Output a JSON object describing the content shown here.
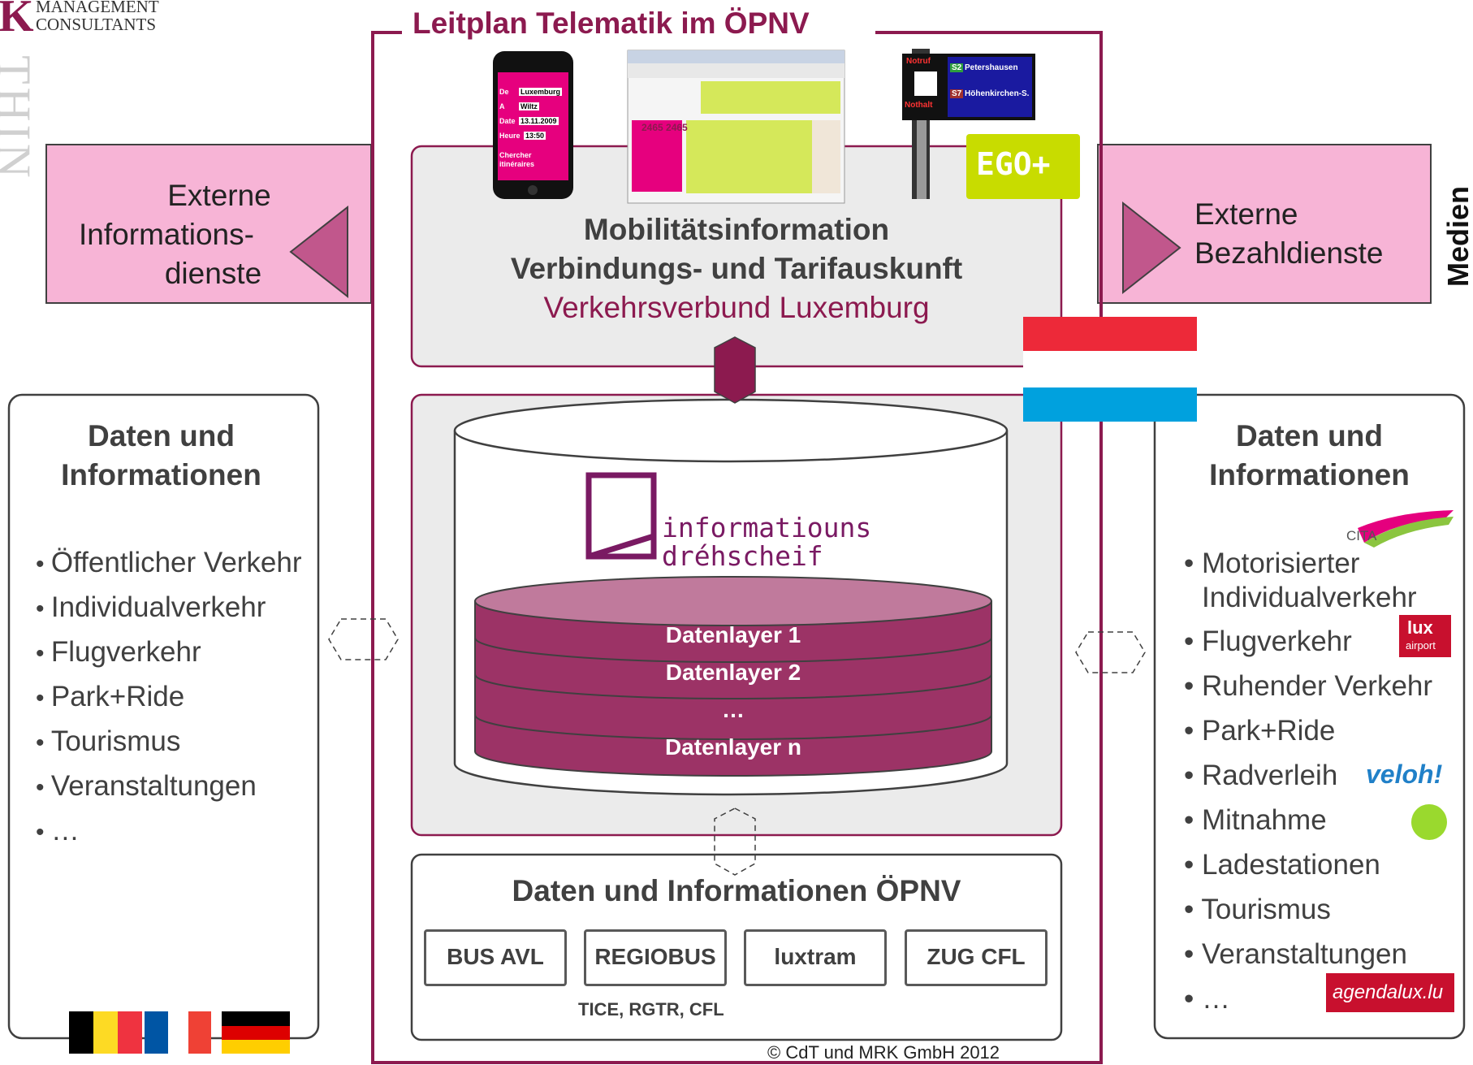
{
  "company": {
    "line1": "MANAGEMENT",
    "line2": "CONSULTANTS",
    "vertical": "THIN"
  },
  "title": "Leitplan Telematik im ÖPNV",
  "left_arrow": {
    "lines": [
      "Externe",
      "Informations-",
      "dienste"
    ]
  },
  "right_arrow": {
    "lines": [
      "Externe",
      "Bezahldienste"
    ]
  },
  "medien": "Medien",
  "mobility": {
    "line1": "Mobilitätsinformation",
    "line2": "Verbindungs- und Tarifauskunft",
    "line3": "Verkehrsverbund Luxemburg"
  },
  "phone": {
    "rows": [
      {
        "label": "De",
        "value": "Luxemburg"
      },
      {
        "label": "A",
        "value": "Wiltz"
      },
      {
        "label": "Date",
        "value": "13.11.2009"
      },
      {
        "label": "Heure",
        "value": "13:50"
      }
    ],
    "button": "Chercher itinéraires"
  },
  "website": {
    "phone_number": "2465 2465"
  },
  "sign": {
    "notruf": "Notruf",
    "nothalt": "Nothalt",
    "line1_no": "S2",
    "line1_dest": "Petershausen",
    "line2_no": "S7",
    "line2_dest": "Höhenkirchen-S."
  },
  "ego_logo": "EGO+",
  "hub": {
    "logo_line1": "informatiouns",
    "logo_line2": "dréhscheif"
  },
  "layers": [
    "Datenlayer 1",
    "Datenlayer 2",
    "…",
    "Datenlayer n"
  ],
  "left_panel": {
    "title1": "Daten und",
    "title2": "Informationen",
    "items": [
      "Öffentlicher Verkehr",
      "Individualverkehr",
      "Flugverkehr",
      "Park+Ride",
      "Tourismus",
      "Veranstaltungen",
      "…"
    ]
  },
  "right_panel": {
    "title1": "Daten und",
    "title2": "Informationen",
    "items": [
      "Motorisierter",
      "Individualverkehr",
      "Flugverkehr",
      "Ruhender Verkehr",
      "Park+Ride",
      "Radverleih",
      "Mitnahme",
      "Ladestationen",
      "Tourismus",
      "Veranstaltungen",
      "…"
    ],
    "logos": {
      "cita": "CITA",
      "lux1": "lux",
      "lux2": "airport",
      "veloh": "veloh!",
      "agendalux": "agendalux.lu"
    }
  },
  "opnv": {
    "title": "Daten und Informationen ÖPNV",
    "systems": [
      "BUS AVL",
      "REGIOBUS",
      "luxtram",
      "ZUG CFL"
    ],
    "sub": "TICE, RGTR, CFL"
  },
  "copyright": "© CdT und MRK GmbH 2012",
  "colors": {
    "accent": "#8c1a4f",
    "pink": "#f7b4d6",
    "arrow": "#c1578c",
    "layer": "#9c3366",
    "panel": "#ebebeb",
    "lux_red": "#ed2939",
    "lux_blue": "#00a1de"
  }
}
